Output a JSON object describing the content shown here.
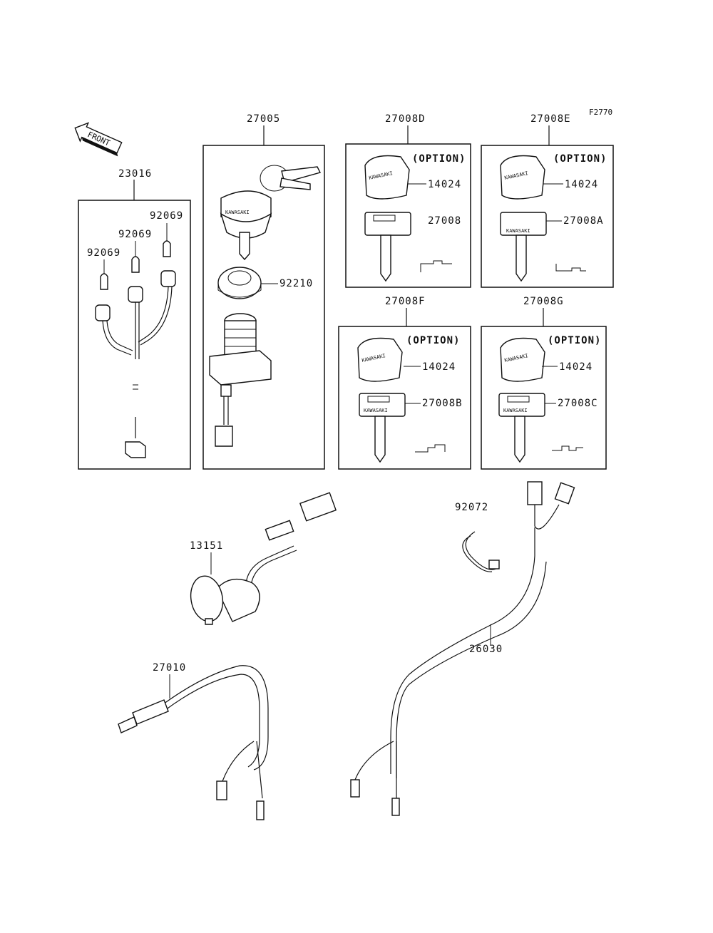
{
  "figure_code": "F2770",
  "front_label": "FRONT",
  "option_label": "(OPTION)",
  "key_marking": "KAWASAKI",
  "parts": {
    "p23016": "23016",
    "p92069": "92069",
    "p27005": "27005",
    "p92210": "92210",
    "p27008D": "27008D",
    "p27008E": "27008E",
    "p27008F": "27008F",
    "p27008G": "27008G",
    "p14024": "14024",
    "p27008": "27008",
    "p27008A": "27008A",
    "p27008B": "27008B",
    "p27008C": "27008C",
    "p13151": "13151",
    "p92072": "92072",
    "p27010": "27010",
    "p26030": "26030"
  }
}
